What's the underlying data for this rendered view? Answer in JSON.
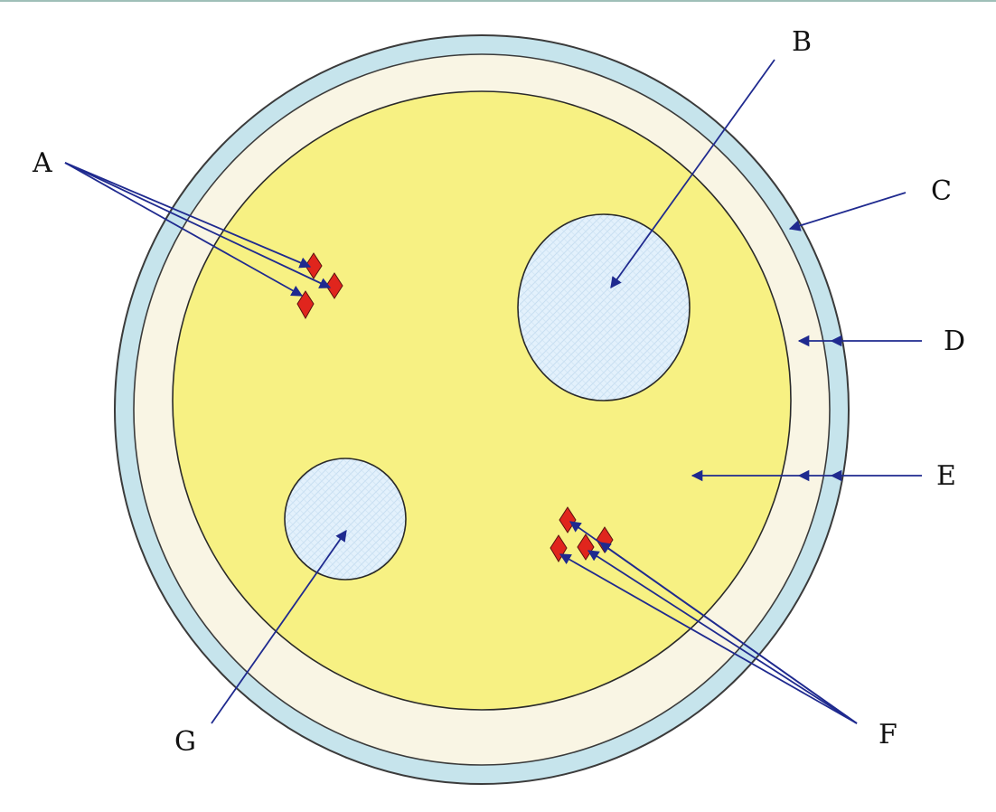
{
  "colors": {
    "outer_layer": "#c6e4ec",
    "middle_layer": "#f9f5e4",
    "cytoplasm": "#f7f183",
    "vacuole_fill": "#e2f0fb",
    "granule": "#e0251d",
    "arrow": "#1f2a8f",
    "outline": "#3b3b3b"
  },
  "labels": {
    "a": "A",
    "b": "B",
    "c": "C",
    "d": "D",
    "e": "E",
    "f": "F",
    "g": "G"
  }
}
